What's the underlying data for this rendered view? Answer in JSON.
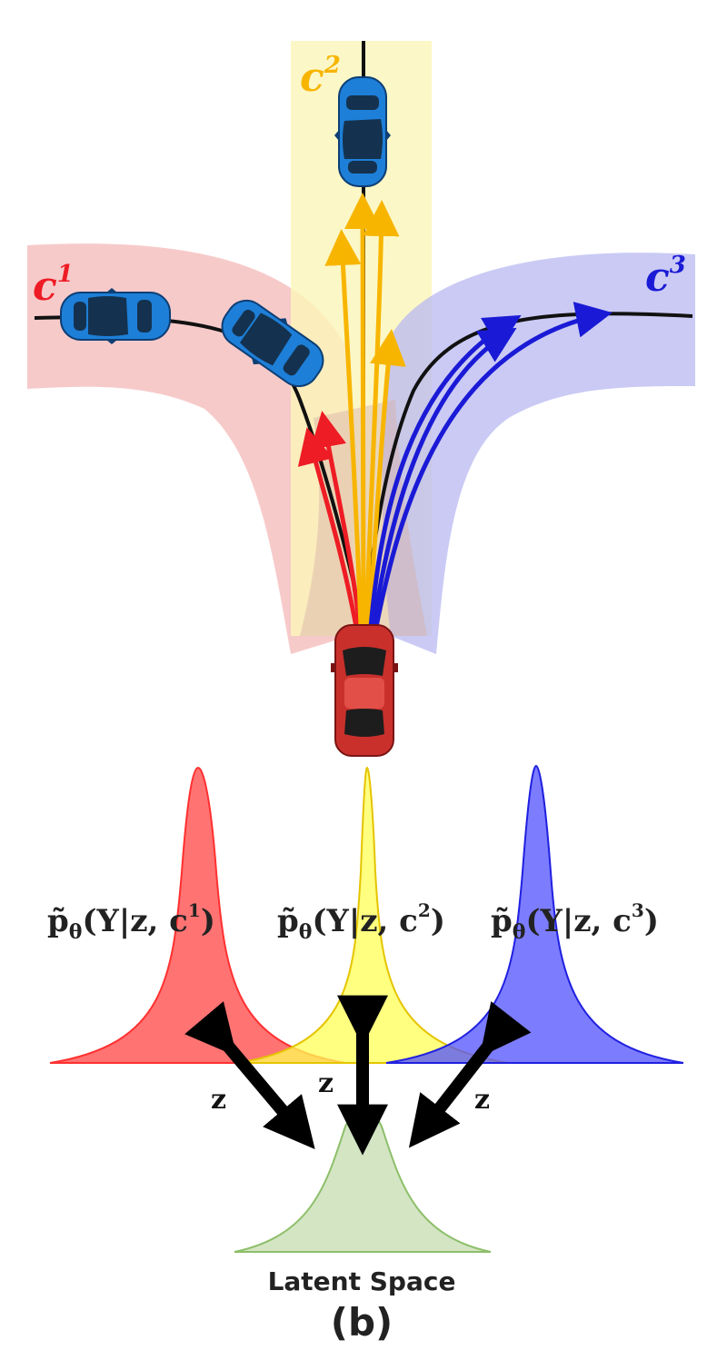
{
  "modes": [
    {
      "id": "c1",
      "base": "c",
      "sup": "1",
      "color": "#ee1c24",
      "region_color": "#f4b8b8"
    },
    {
      "id": "c2",
      "base": "c",
      "sup": "2",
      "color": "#f7b500",
      "region_color": "#fbf5b8"
    },
    {
      "id": "c3",
      "base": "c",
      "sup": "3",
      "color": "#1a1ad6",
      "region_color": "#b8b8f2"
    }
  ],
  "distributions": [
    {
      "id": "p1",
      "prefix": "p̃",
      "sub": "θ",
      "body": "(Y|z, c",
      "sup": "1",
      "close": ")",
      "color": "#ff5050"
    },
    {
      "id": "p2",
      "prefix": "p̃",
      "sub": "θ",
      "body": "(Y|z, c",
      "sup": "2",
      "close": ")",
      "color": "#ffff55"
    },
    {
      "id": "p3",
      "prefix": "p̃",
      "sub": "θ",
      "body": "(Y|z, c",
      "sup": "3",
      "close": ")",
      "color": "#5050ff"
    }
  ],
  "latent": {
    "label": "Latent Space",
    "color": "#c9dfb5"
  },
  "z_labels": [
    "z",
    "z",
    "z"
  ],
  "caption": "(b)",
  "icons": {
    "ego_vehicle": "red-car-icon",
    "other_vehicles": "blue-car-icon"
  }
}
